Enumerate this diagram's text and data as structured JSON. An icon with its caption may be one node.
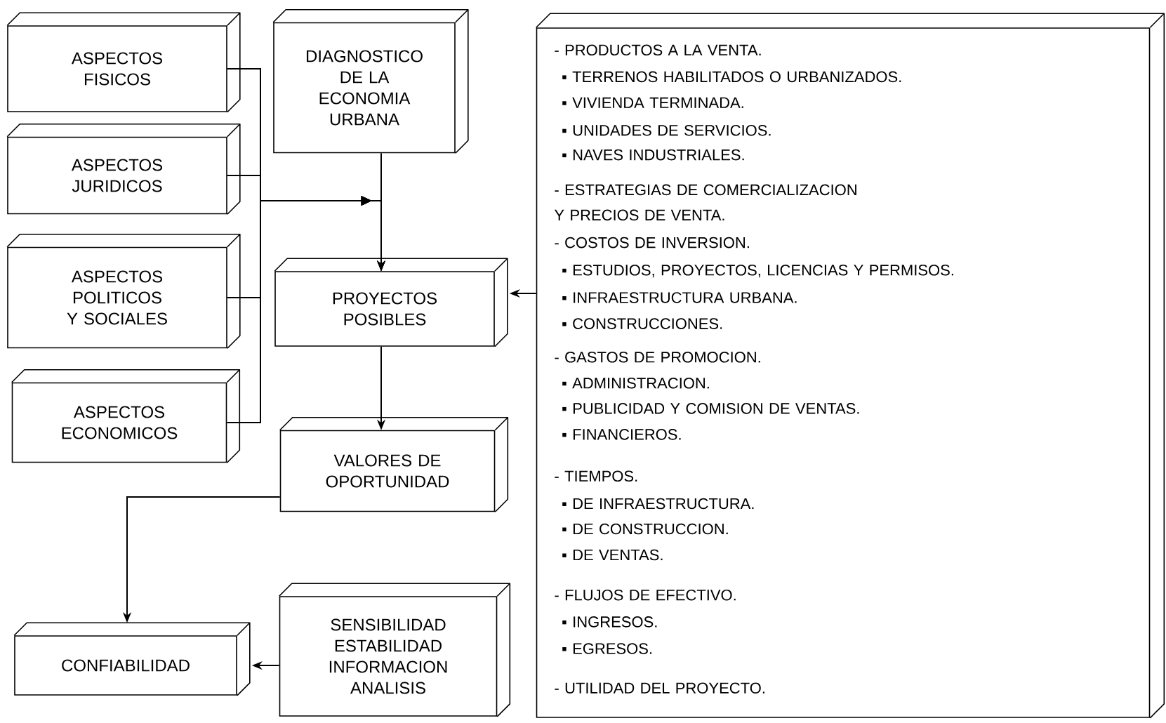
{
  "diagram": {
    "nodes": [
      {
        "text": [
          "ASPECTOS FISICOS"
        ]
      },
      {
        "text": [
          "ASPECTOS JURIDICOS"
        ]
      },
      {
        "text": [
          "ASPECTOS POLITICOS Y SOCIALES"
        ]
      },
      {
        "text": [
          "ASPECTOS ECONOMICOS"
        ]
      },
      {
        "text": [
          "DIAGNOSTICO DE LA ECONOMIA URBANA"
        ]
      },
      {
        "text": [
          "PROYECTOS POSIBLES"
        ]
      },
      {
        "text": [
          "VALORES DE OPORTUNIDAD"
        ]
      },
      {
        "text": [
          "CONFIABILIDAD"
        ]
      },
      {
        "text": [
          "SENSIBILIDAD ESTABILIDAD INFORMACION ANALISIS"
        ]
      },
      {
        "text": [
          "- PRODUCTOS A LA VENTA.",
          "▪ TERRENOS HABILITADOS O URBANIZADOS.",
          "▪ VIVIENDA TERMINADA.",
          "▪ UNIDADES DE SERVICIOS.",
          "▪ NAVES INDUSTRIALES.",
          "- ESTRATEGIAS DE COMERCIALIZACION Y PRECIOS DE VENTA.",
          "- COSTOS DE INVERSION.",
          "▪ ESTUDIOS, PROYECTOS, LICENCIAS Y PERMISOS.",
          "▪ INFRAESTRUCTURA URBANA.",
          "▪ CONSTRUCCIONES.",
          "- GASTOS DE PROMOCION.",
          "▪ ADMINISTRACION.",
          "▪ PUBLICIDAD Y COMISION DE VENTAS.",
          "▪ FINANCIEROS.",
          "- TIEMPOS.",
          "▪ DE INFRAESTRUCTURA.",
          "▪ DE CONSTRUCCION.",
          "▪ DE VENTAS.",
          "- FLUJOS DE EFECTIVO.",
          "▪ INGRESOS.",
          "▪ EGRESOS.",
          "- UTILIDAD DEL PROYECTO."
        ]
      }
    ],
    "edges": [
      {
        "from": 0,
        "to": 5,
        "arrow": "to"
      },
      {
        "from": 1,
        "to": 5,
        "arrow": "to"
      },
      {
        "from": 2,
        "to": 5,
        "arrow": "to"
      },
      {
        "from": 3,
        "to": 5,
        "arrow": "to"
      },
      {
        "from": 4,
        "to": 5,
        "arrow": "to"
      },
      {
        "from": 9,
        "to": 5,
        "arrow": "to"
      },
      {
        "from": 5,
        "to": 6,
        "arrow": "to"
      },
      {
        "from": 6,
        "to": 7,
        "arrow": "to"
      },
      {
        "from": 8,
        "to": 7,
        "arrow": "to"
      }
    ]
  }
}
